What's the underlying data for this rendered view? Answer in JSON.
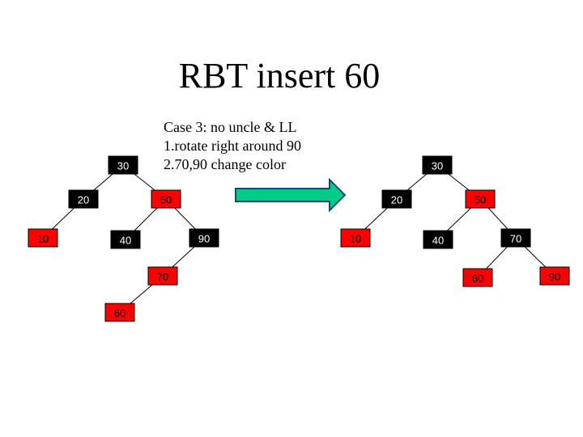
{
  "slide": {
    "title": "RBT insert 60",
    "case_lines": [
      "Case 3: no uncle & LL",
      "1.rotate right around 90",
      "2.70,90 change color"
    ]
  },
  "colors": {
    "black_node": "#000000",
    "red_node": "#ff0000",
    "black_text": "#ffffff",
    "red_text": "#000000",
    "edge": "#000000",
    "arrow_fill": "#00cc88",
    "arrow_stroke": "#1a4a6a"
  },
  "trees": [
    {
      "name": "before",
      "nodes": [
        {
          "id": "b30",
          "label": "30",
          "color": "black"
        },
        {
          "id": "b20",
          "label": "20",
          "color": "black"
        },
        {
          "id": "b50",
          "label": "50",
          "color": "red"
        },
        {
          "id": "b10",
          "label": "10",
          "color": "red"
        },
        {
          "id": "b40",
          "label": "40",
          "color": "black"
        },
        {
          "id": "b90",
          "label": "90",
          "color": "black"
        },
        {
          "id": "b70",
          "label": "70",
          "color": "red"
        },
        {
          "id": "b60",
          "label": "60",
          "color": "red"
        }
      ],
      "edges": [
        [
          "b30",
          "b20"
        ],
        [
          "b30",
          "b50"
        ],
        [
          "b20",
          "b10"
        ],
        [
          "b50",
          "b40"
        ],
        [
          "b50",
          "b90"
        ],
        [
          "b90",
          "b70"
        ],
        [
          "b70",
          "b60"
        ]
      ]
    },
    {
      "name": "after",
      "nodes": [
        {
          "id": "a30",
          "label": "30",
          "color": "black"
        },
        {
          "id": "a20",
          "label": "20",
          "color": "black"
        },
        {
          "id": "a50",
          "label": "50",
          "color": "red"
        },
        {
          "id": "a10",
          "label": "10",
          "color": "red"
        },
        {
          "id": "a40",
          "label": "40",
          "color": "black"
        },
        {
          "id": "a70",
          "label": "70",
          "color": "black"
        },
        {
          "id": "a60",
          "label": "60",
          "color": "red"
        },
        {
          "id": "a90",
          "label": "90",
          "color": "red"
        }
      ],
      "edges": [
        [
          "a30",
          "a20"
        ],
        [
          "a30",
          "a50"
        ],
        [
          "a20",
          "a10"
        ],
        [
          "a50",
          "a40"
        ],
        [
          "a50",
          "a70"
        ],
        [
          "a70",
          "a60"
        ],
        [
          "a70",
          "a90"
        ]
      ]
    }
  ]
}
